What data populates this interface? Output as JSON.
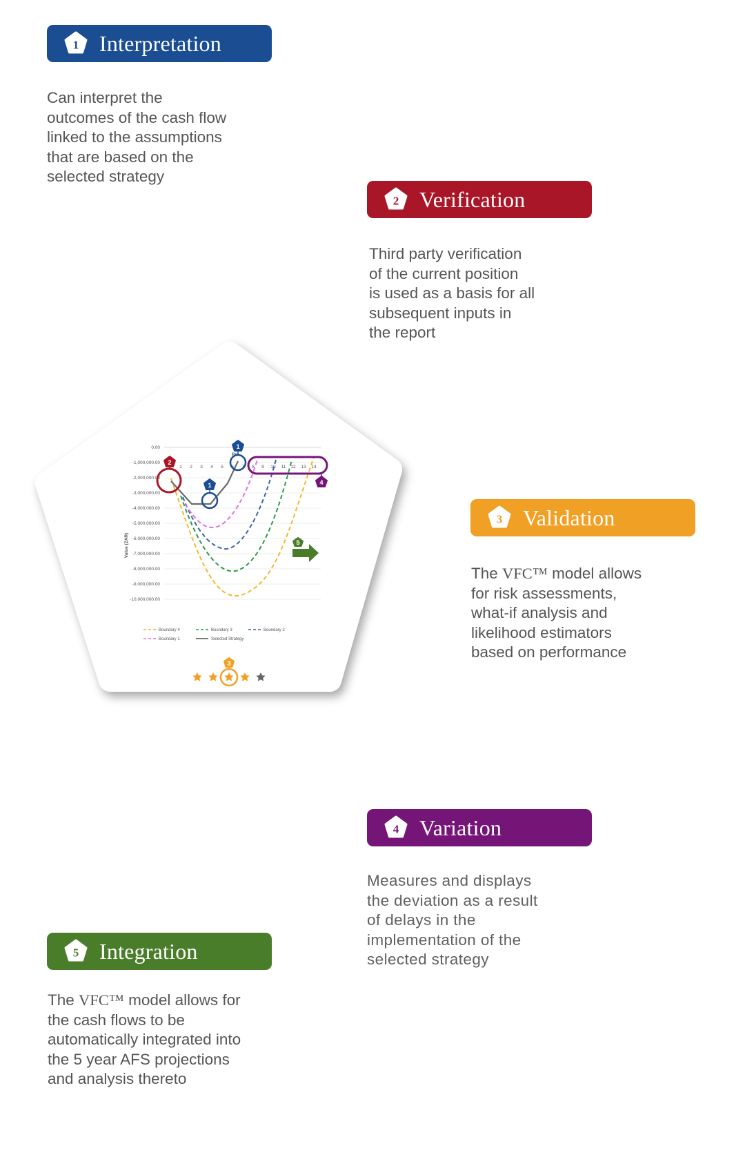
{
  "steps": [
    {
      "num": "1",
      "title": "Interpretation",
      "color": "#1a4d91",
      "desc_before": "Can interpret the\noutcomes of the cash flow\nlinked to the assumptions\nthat are based on the\nselected strategy",
      "tm": "",
      "desc_after": ""
    },
    {
      "num": "2",
      "title": "Verification",
      "color": "#a81627",
      "desc_before": "Third party verification\nof  the current position\nis used as a basis for all\nsubsequent inputs in\nthe report",
      "tm": "",
      "desc_after": ""
    },
    {
      "num": "3",
      "title": "Validation",
      "color": "#f0a025",
      "desc_before": "The ",
      "tm": "VFC™",
      "desc_after": " model allows\nfor risk assessments,\nwhat-if analysis and\nlikelihood estimators\nbased on performance"
    },
    {
      "num": "4",
      "title": "Variation",
      "color": "#751577",
      "desc_before": "Measures and displays\nthe deviation as a result\nof delays in the\nimplementation of the\nselected strategy",
      "tm": "",
      "desc_after": ""
    },
    {
      "num": "5",
      "title": "Integration",
      "color": "#4a7d2a",
      "desc_before": "The ",
      "tm": "VFC™",
      "desc_after": " model allows for\nthe cash flows to be\nautomatically integrated into\nthe 5 year AFS projections\nand analysis thereto"
    }
  ],
  "chart": {
    "y_ticks": [
      "0.00",
      "-1,000,000.00",
      "-2,000,000.00",
      "-3,000,000.00",
      "-4,000,000.00",
      "-5,000,000.00",
      "-6,000,000.00",
      "-7,000,000.00",
      "-8,000,000.00",
      "-9,000,000.00",
      "-10,000,000.00"
    ],
    "x_ticks": [
      "1",
      "2",
      "3",
      "4",
      "5",
      "6",
      "7",
      "8",
      "9",
      "10",
      "11",
      "12",
      "13",
      "14"
    ],
    "ylabel": "Value (ZAR)",
    "xlabel": "Per",
    "legend": [
      "Boundary 4",
      "Boundary 3",
      "Boundary 2",
      "Boundary 1",
      "Selected Strategy"
    ],
    "colors": {
      "boundary4": "#f0b82a",
      "boundary3": "#2a9a4a",
      "boundary2": "#3a62a8",
      "boundary1": "#e070e0",
      "selected": "#6a6a6a"
    },
    "stars_filled": 4,
    "stars_total": 5
  }
}
